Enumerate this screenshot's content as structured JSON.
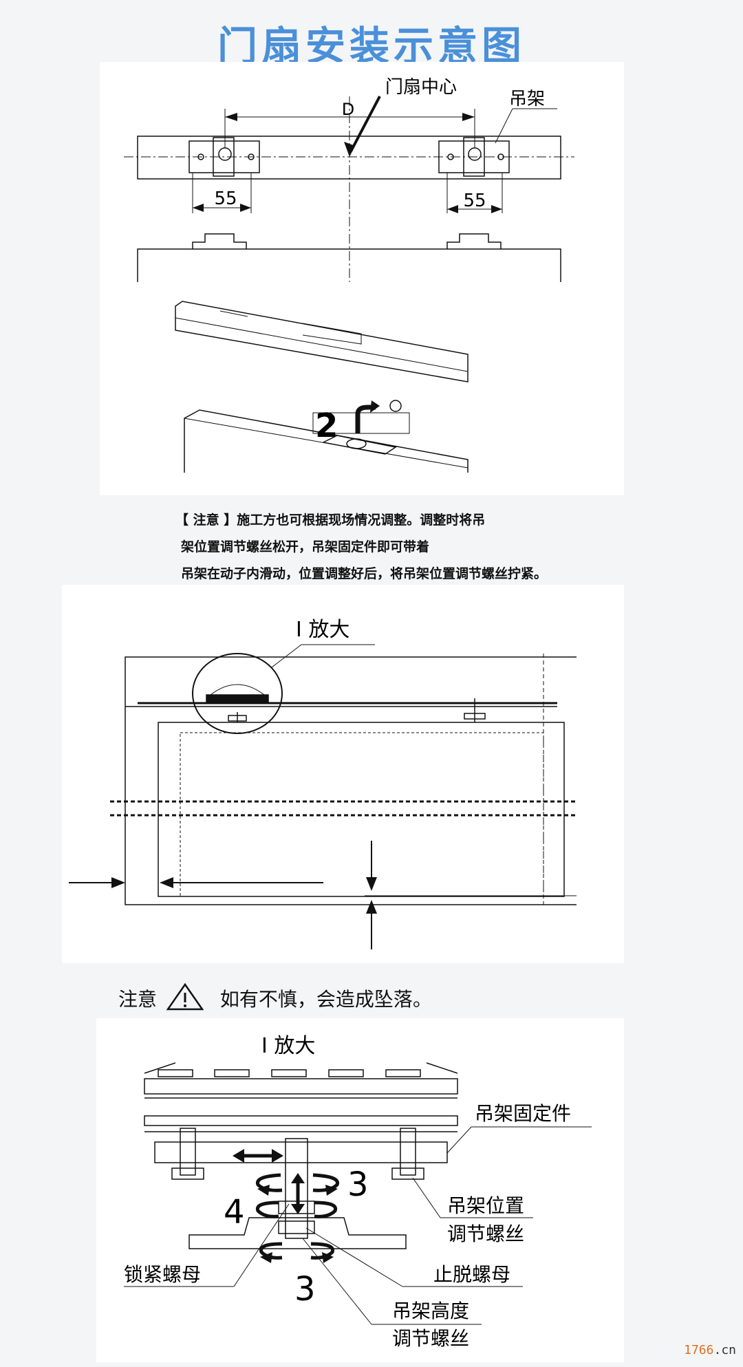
{
  "title": "门扇安装示意图",
  "fig1": {
    "label_dimension": "D",
    "label_center": "门扇中心",
    "label_hanger": "吊架",
    "dim_left": "55",
    "dim_right": "55",
    "step": "2"
  },
  "note": {
    "line1": "【 注意 】施工方也可根据现场情况调整。调整时将吊",
    "line2": "架位置调节螺丝松开，吊架固定件即可带着",
    "line3": "吊架在动子内滑动，位置调整好后，将吊架位置调节螺丝拧紧。"
  },
  "fig2": {
    "label_zoom": "I 放大"
  },
  "warning": {
    "prefix": "注意",
    "text": "如有不慎，会造成坠落。"
  },
  "fig3": {
    "label_zoom": "I 放大",
    "label_fixing": "吊架固定件",
    "label_position_1": "吊架位置",
    "label_position_2": "调节螺丝",
    "label_locknut": "锁紧螺母",
    "label_stopnut": "止脱螺母",
    "label_height_1": "吊架高度",
    "label_height_2": "调节螺丝",
    "step_3a": "3",
    "step_4": "4",
    "step_3b": "3"
  },
  "watermark": {
    "part1": "1766",
    "part2": ".cn"
  }
}
